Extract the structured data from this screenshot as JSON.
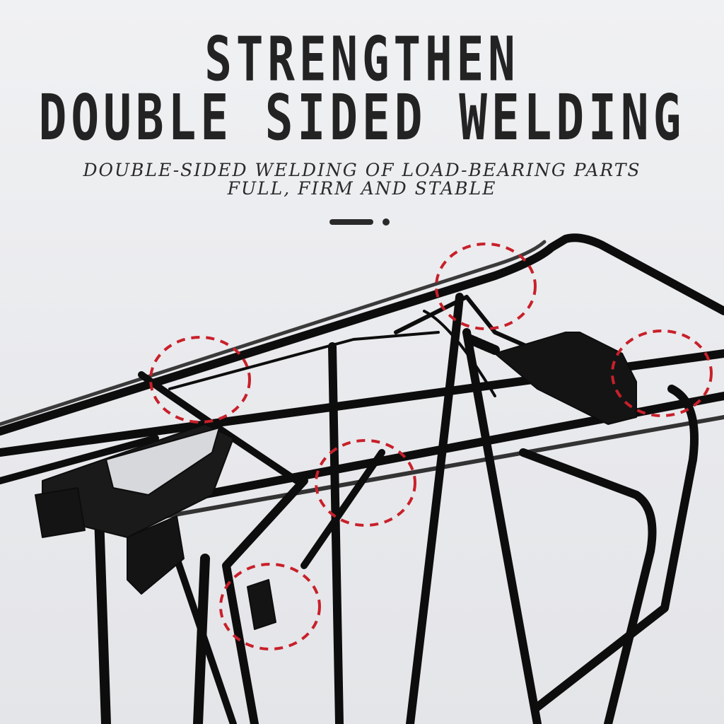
{
  "headline": {
    "line1": "STRENGTHEN",
    "line2": "DOUBLE SIDED WELDING"
  },
  "subtitle": {
    "line1": "DOUBLE-SIDED WELDING OF LOAD-BEARING PARTS",
    "line2": "FULL, FIRM AND STABLE"
  },
  "colors": {
    "background": "#e9ebee",
    "text": "#232323",
    "rack_metal": "#0d0d0d",
    "highlight_circle": "#c8202a"
  },
  "highlights": [
    "weld-point-left-rail",
    "weld-point-rear-rail",
    "weld-point-right-rail",
    "weld-point-center-joint",
    "weld-point-lower-strut"
  ]
}
